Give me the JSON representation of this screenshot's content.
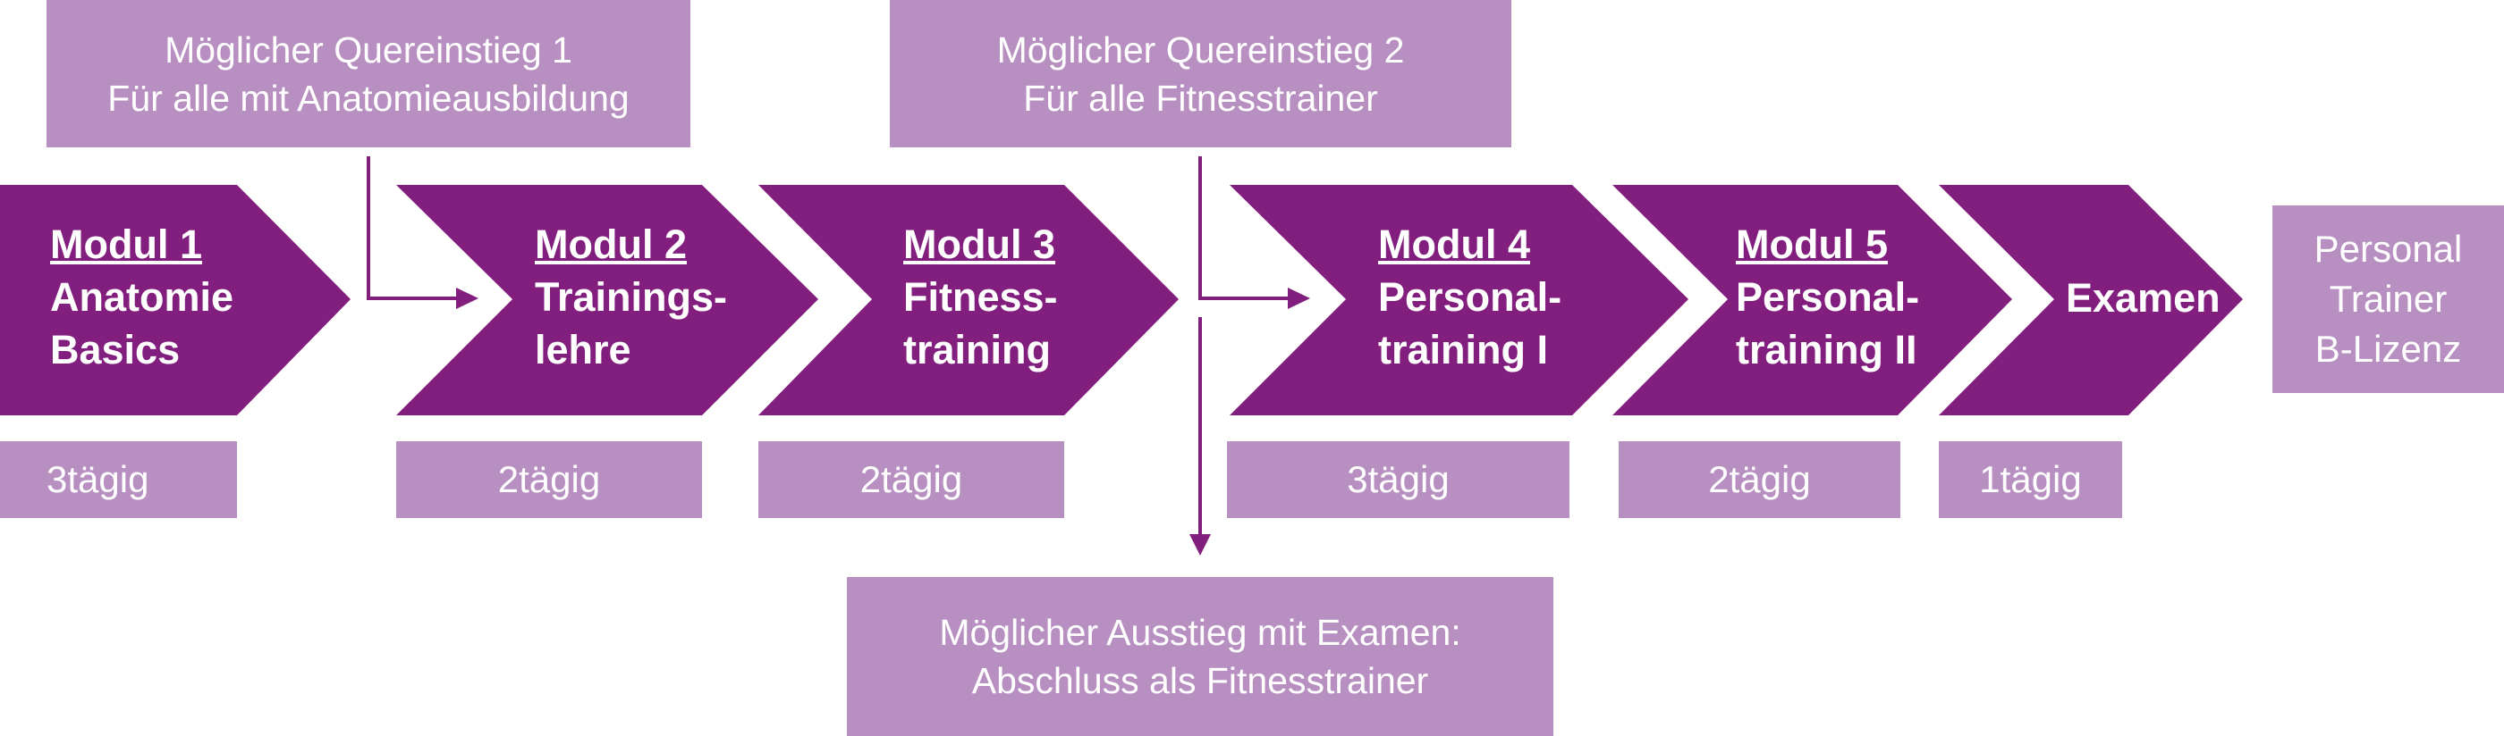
{
  "entries": [
    {
      "line1": "Möglicher Quereinstieg 1",
      "line2": "Für alle mit Anatomieausbildung"
    },
    {
      "line1": "Möglicher Quereinstieg 2",
      "line2": "Für alle Fitnesstrainer"
    }
  ],
  "modules": [
    {
      "title": "Modul 1",
      "line1": "Anatomie",
      "line2": "Basics",
      "duration": "3tägig"
    },
    {
      "title": "Modul 2",
      "line1": "Trainings-",
      "line2": "lehre",
      "duration": "2tägig"
    },
    {
      "title": "Modul 3",
      "line1": "Fitness-",
      "line2": "training",
      "duration": "2tägig"
    },
    {
      "title": "Modul 4",
      "line1": "Personal-",
      "line2": "training I",
      "duration": "3tägig"
    },
    {
      "title": "Modul 5",
      "line1": "Personal-",
      "line2": "training II",
      "duration": "2tägig"
    }
  ],
  "exam": {
    "label": "Examen",
    "duration": "1tägig"
  },
  "result": {
    "line1": "Personal",
    "line2": "Trainer",
    "line3": "B-Lizenz"
  },
  "exit": {
    "line1": "Möglicher Ausstieg mit Examen:",
    "line2": "Abschluss als Fitnesstrainer"
  },
  "colors": {
    "chevron": "#821e7e",
    "box": "#b88fc1",
    "arrow": "#821e7e"
  }
}
